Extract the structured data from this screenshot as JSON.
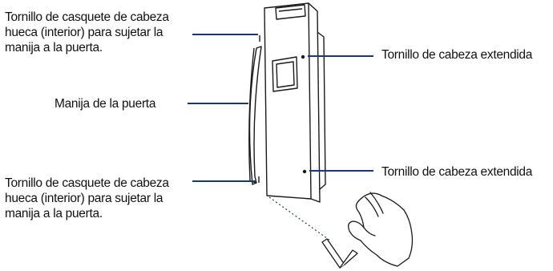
{
  "labels": {
    "top_left": {
      "line1": "Tornillo de casquete de cabeza",
      "line2": "hueca (interior) para sujetar la",
      "line3": "manija a la puerta."
    },
    "handle": "Manija de la puerta",
    "bottom_left": {
      "line1": "Tornillo de casquete de cabeza",
      "line2": "hueca (interior) para sujetar la",
      "line3": "manija a la puerta."
    },
    "top_right": "Tornillo de cabeza extendida",
    "bottom_right": "Tornillo de cabeza extendida"
  },
  "colors": {
    "leader_line": "#1a3a6b",
    "outline": "#1a1a1a",
    "background": "#ffffff"
  }
}
